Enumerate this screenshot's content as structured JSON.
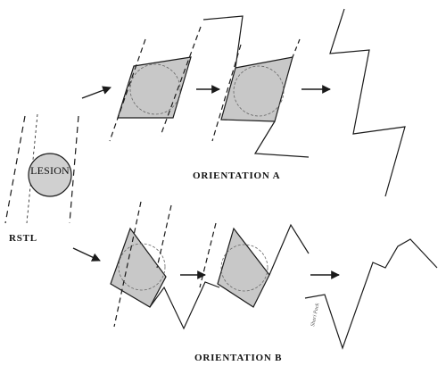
{
  "labels": {
    "lesion": "LESION",
    "rstl": "RSTL",
    "orientation_a": "ORIENTATION A",
    "orientation_b": "ORIENTATION B",
    "signature": "Shari Pack"
  },
  "colors": {
    "ink": "#1a1a1a",
    "fill": "#c8c8c8",
    "lesion_fill": "#d0d0d0"
  }
}
